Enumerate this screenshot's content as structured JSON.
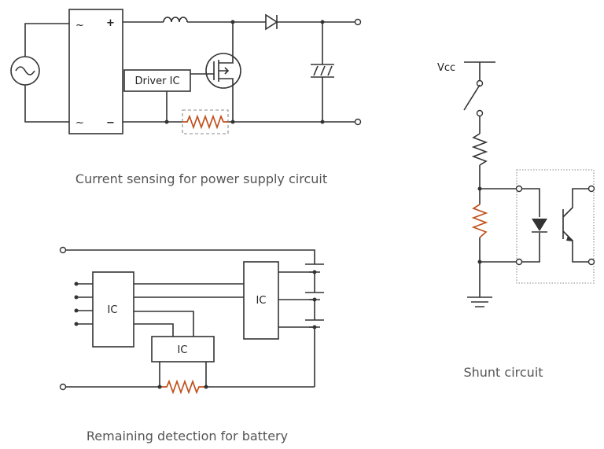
{
  "captions": {
    "power_supply": "Current sensing for power supply circuit",
    "battery": "Remaining detection for battery",
    "shunt": "Shunt circuit"
  },
  "labels": {
    "driver_ic": "Driver IC",
    "ic": "IC",
    "vcc": "Vcc",
    "plus": "+",
    "minus": "−",
    "tilde": "~"
  },
  "colors": {
    "wire": "#333333",
    "resistor": "#c0501c",
    "caption": "#555555"
  }
}
